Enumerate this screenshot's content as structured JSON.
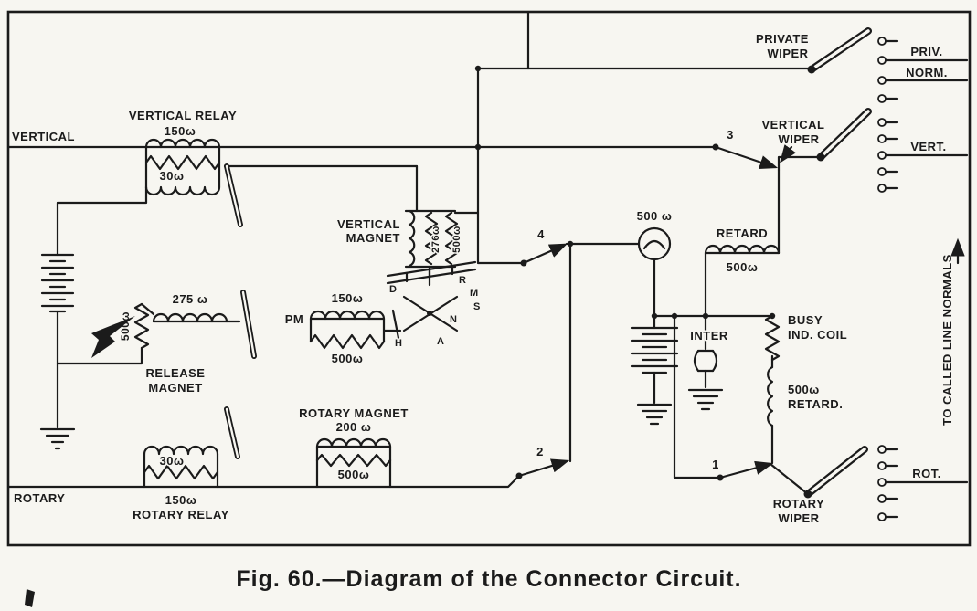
{
  "palette": {
    "paper": "#f7f6f1",
    "ink": "#1b1b1b"
  },
  "caption": "Fig. 60.—Diagram of the Connector Circuit.",
  "line_labels": {
    "vertical": "VERTICAL",
    "rotary": "ROTARY"
  },
  "relays": {
    "vertical_relay": {
      "name": "VERTICAL RELAY",
      "winding_a": "150ω",
      "winding_b": "30ω"
    },
    "release_magnet": {
      "name_1": "RELEASE",
      "name_2": "MAGNET",
      "winding_a": "275 ω",
      "winding_b": "500ω"
    },
    "vertical_magnet": {
      "name_1": "VERTICAL",
      "name_2": "MAGNET",
      "winding_a": "276ω",
      "winding_b": "500ω"
    },
    "private_magnet": {
      "name": "PM",
      "winding_a": "150ω",
      "winding_b": "500ω"
    },
    "rotary_magnet": {
      "name": "ROTARY MAGNET",
      "winding_a": "200 ω",
      "winding_b": "500ω"
    },
    "rotary_relay": {
      "name": "ROTARY RELAY",
      "winding_a": "150ω",
      "winding_b": "30ω"
    },
    "lamp": {
      "ohms": "500 ω"
    },
    "retard": {
      "name": "RETARD",
      "ohms": "500ω"
    },
    "busy_induction_coil": {
      "name_1": "BUSY",
      "name_2": "IND. COIL"
    },
    "interrupter": {
      "name": "INTER"
    },
    "retard_2": {
      "ohms": "500ω",
      "name": "RETARD."
    }
  },
  "wipers": {
    "private": {
      "line_1": "PRIVATE",
      "line_2": "WIPER"
    },
    "vertical": {
      "line_1": "VERTICAL",
      "line_2": "WIPER"
    },
    "rotary": {
      "line_1": "ROTARY",
      "line_2": "WIPER"
    }
  },
  "terminals": {
    "priv": "PRIV.",
    "norm": "NORM.",
    "vert": "VERT.",
    "rot": "ROT.",
    "to_called_line_normals": "TO CALLED LINE NORMALS"
  },
  "contacts": {
    "c1": "1",
    "c2": "2",
    "c3": "3",
    "c4": "4"
  },
  "mechanism_letters": {
    "d": "D",
    "r": "R",
    "m": "M",
    "s": "S",
    "n": "N",
    "a": "A",
    "h": "H"
  }
}
